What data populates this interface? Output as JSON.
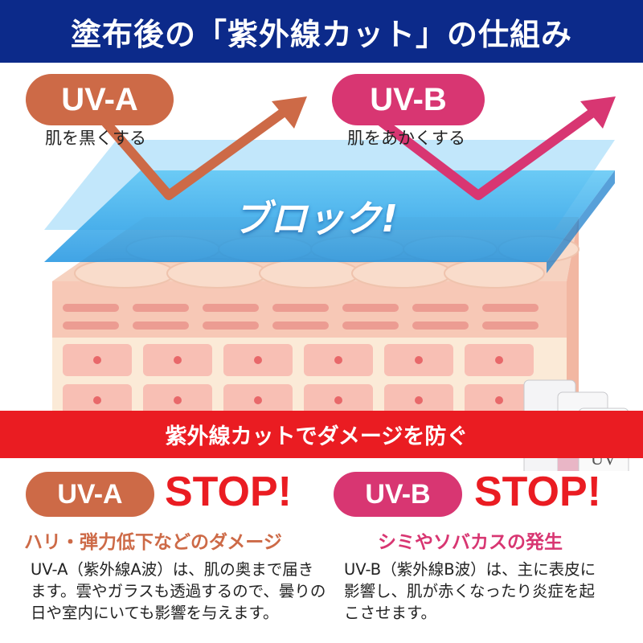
{
  "header": {
    "title": "塗布後の「紫外線カット」の仕組み"
  },
  "colors": {
    "header_bg": "#0c2a8a",
    "uva": "#cd6a47",
    "uvb": "#d83672",
    "ribbon": "#ea1c22",
    "block": "#1aa3ea"
  },
  "illustration": {
    "uva_label": "UV-A",
    "uva_effect": "肌を黒くする",
    "uvb_label": "UV-B",
    "uvb_effect": "肌をあかくする",
    "block_text": "ブロック!"
  },
  "ribbon": {
    "text": "紫外線カットでダメージを防ぐ"
  },
  "left": {
    "label": "UV-A",
    "stop": "STOP!",
    "damage": "ハリ・弾力低下などのダメージ",
    "desc_lines": [
      "UV-A（紫外線A波）は、肌の奥まで届き",
      "ます。雲やガラスも透過するので、曇りの",
      "日や室内にいても影響を与えます。"
    ]
  },
  "right": {
    "label": "UV-B",
    "stop": "STOP!",
    "damage": "シミやソバカスの発生",
    "desc_lines": [
      "UV-B（紫外線B波）は、主に表皮に",
      "影響し、肌が赤くなったり炎症を起",
      "こさせます。"
    ]
  }
}
